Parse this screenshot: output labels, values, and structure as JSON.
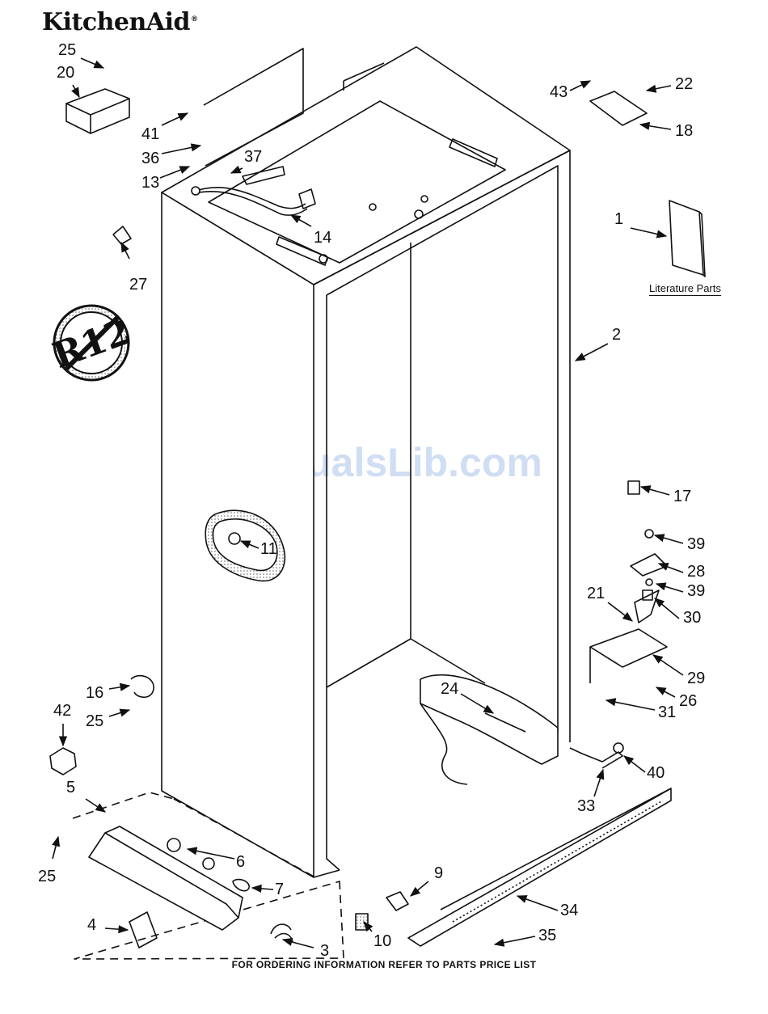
{
  "brand": {
    "name": "KitchenAid",
    "mark": "®"
  },
  "watermark": "ManualsLib.com",
  "footer": "FOR ORDERING INFORMATION REFER TO PARTS PRICE LIST",
  "literature_label": "Literature Parts",
  "no_r12_badge": "R12",
  "callouts": [
    "25",
    "20",
    "41",
    "36",
    "37",
    "13",
    "14",
    "27",
    "43",
    "22",
    "18",
    "1",
    "2",
    "17",
    "39",
    "28",
    "39",
    "21",
    "30",
    "29",
    "26",
    "31",
    "11",
    "16",
    "25",
    "42",
    "24",
    "40",
    "33",
    "5",
    "6",
    "25",
    "7",
    "9",
    "34",
    "4",
    "3",
    "10",
    "35"
  ]
}
